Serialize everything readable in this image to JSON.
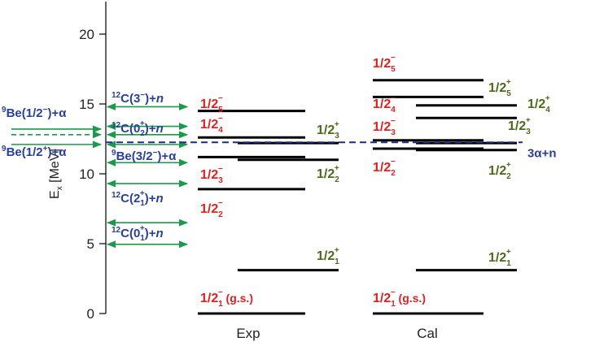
{
  "colors": {
    "levels": "#000000",
    "red": "#e02020",
    "green": "#4a6b1a",
    "blue": "#2a3f9a",
    "arrow": "#1a9a4a",
    "threshold": "#202a8a"
  },
  "axis": {
    "ylabel_main": "E",
    "ylabel_sub": "x",
    "ylabel_unit": " [MeV]",
    "ticks": [
      "0",
      "5",
      "10",
      "15",
      "20"
    ],
    "tick_values": [
      0,
      5,
      10,
      15,
      20
    ],
    "ylim": [
      0,
      22.5
    ]
  },
  "columns": {
    "exp": "Exp",
    "cal": "Cal"
  },
  "threshold": {
    "energy": 12.25,
    "label": "3α+n"
  },
  "levels": {
    "exp_minus": [
      0,
      8.9,
      11.2,
      12.6,
      14.5
    ],
    "exp_plus": [
      3.1,
      11.0,
      12.2
    ],
    "cal_minus": [
      0,
      11.8,
      12.4,
      15.5,
      16.7
    ],
    "cal_plus": [
      3.1,
      11.7,
      12.2,
      14.0,
      14.9
    ]
  },
  "thresholds": [
    {
      "energy": 14.8,
      "color": "green"
    },
    {
      "energy": 13.4,
      "color": "green"
    },
    {
      "energy": 12.8,
      "color": "green"
    },
    {
      "energy": 12.1,
      "color": "green"
    },
    {
      "energy": 10.8,
      "color": "green"
    },
    {
      "energy": 9.3,
      "color": "green"
    },
    {
      "energy": 6.5,
      "color": "green"
    },
    {
      "energy": 4.95,
      "color": "green"
    }
  ],
  "be_arrows": [
    {
      "energy": 13.2,
      "style": "solid"
    },
    {
      "energy": 12.8,
      "style": "dashed"
    },
    {
      "energy": 12.1,
      "style": "solid"
    }
  ],
  "labels": {
    "exp_left": [
      {
        "frac": "1/2",
        "sub": "5",
        "sup": "−"
      },
      {
        "frac": "1/2",
        "sub": "4",
        "sup": "−"
      },
      {
        "frac": "1/2",
        "sub": "3",
        "sup": "−"
      },
      {
        "frac": "1/2",
        "sub": "2",
        "sup": "−"
      },
      {
        "frac": "1/2",
        "sub": "1",
        "sup": "−",
        "extra": " (g.s.)"
      }
    ],
    "exp_right": [
      {
        "frac": "1/2",
        "sub": "3",
        "sup": "+"
      },
      {
        "frac": "1/2",
        "sub": "2",
        "sup": "+"
      },
      {
        "frac": "1/2",
        "sub": "1",
        "sup": "+"
      }
    ],
    "cal_left": [
      {
        "frac": "1/2",
        "sub": "5",
        "sup": "−"
      },
      {
        "frac": "1/2",
        "sub": "4",
        "sup": "−"
      },
      {
        "frac": "1/2",
        "sub": "3",
        "sup": "−"
      },
      {
        "frac": "1/2",
        "sub": "2",
        "sup": "−"
      },
      {
        "frac": "1/2",
        "sub": "1",
        "sup": "−",
        "extra": " (g.s.)"
      }
    ],
    "cal_right": [
      {
        "frac": "1/2",
        "sub": "5",
        "sup": "+"
      },
      {
        "frac": "1/2",
        "sub": "4",
        "sup": "+"
      },
      {
        "frac": "1/2",
        "sub": "3",
        "sup": "+"
      },
      {
        "frac": "1/2",
        "sub": "2",
        "sup": "+"
      },
      {
        "frac": "1/2",
        "sub": "1",
        "sup": "+"
      }
    ]
  },
  "channels": [
    {
      "pre": "12",
      "core": "C(3",
      "sup": "−",
      "post": ")+",
      "n": "n"
    },
    {
      "pre": "12",
      "core": "C(0",
      "sub": "2",
      "sup": "+",
      "post": ")+",
      "n": "n"
    },
    {
      "pre": "9",
      "core": "Be(3/2",
      "sup": "−",
      "post": ")+α"
    },
    {
      "pre": "12",
      "core": "C(2",
      "sub": "1",
      "sup": "+",
      "post": ")+",
      "n": "n"
    },
    {
      "pre": "12",
      "core": "C(0",
      "sub": "1",
      "sup": "+",
      "post": ")+",
      "n": "n"
    }
  ],
  "be_labels": [
    {
      "pre": "9",
      "core": "Be(1/2",
      "sup": "−",
      "post": ")+α"
    },
    {
      "pre": "9",
      "core": "Be(1/2",
      "sup": "+",
      "post": ")+α"
    }
  ]
}
